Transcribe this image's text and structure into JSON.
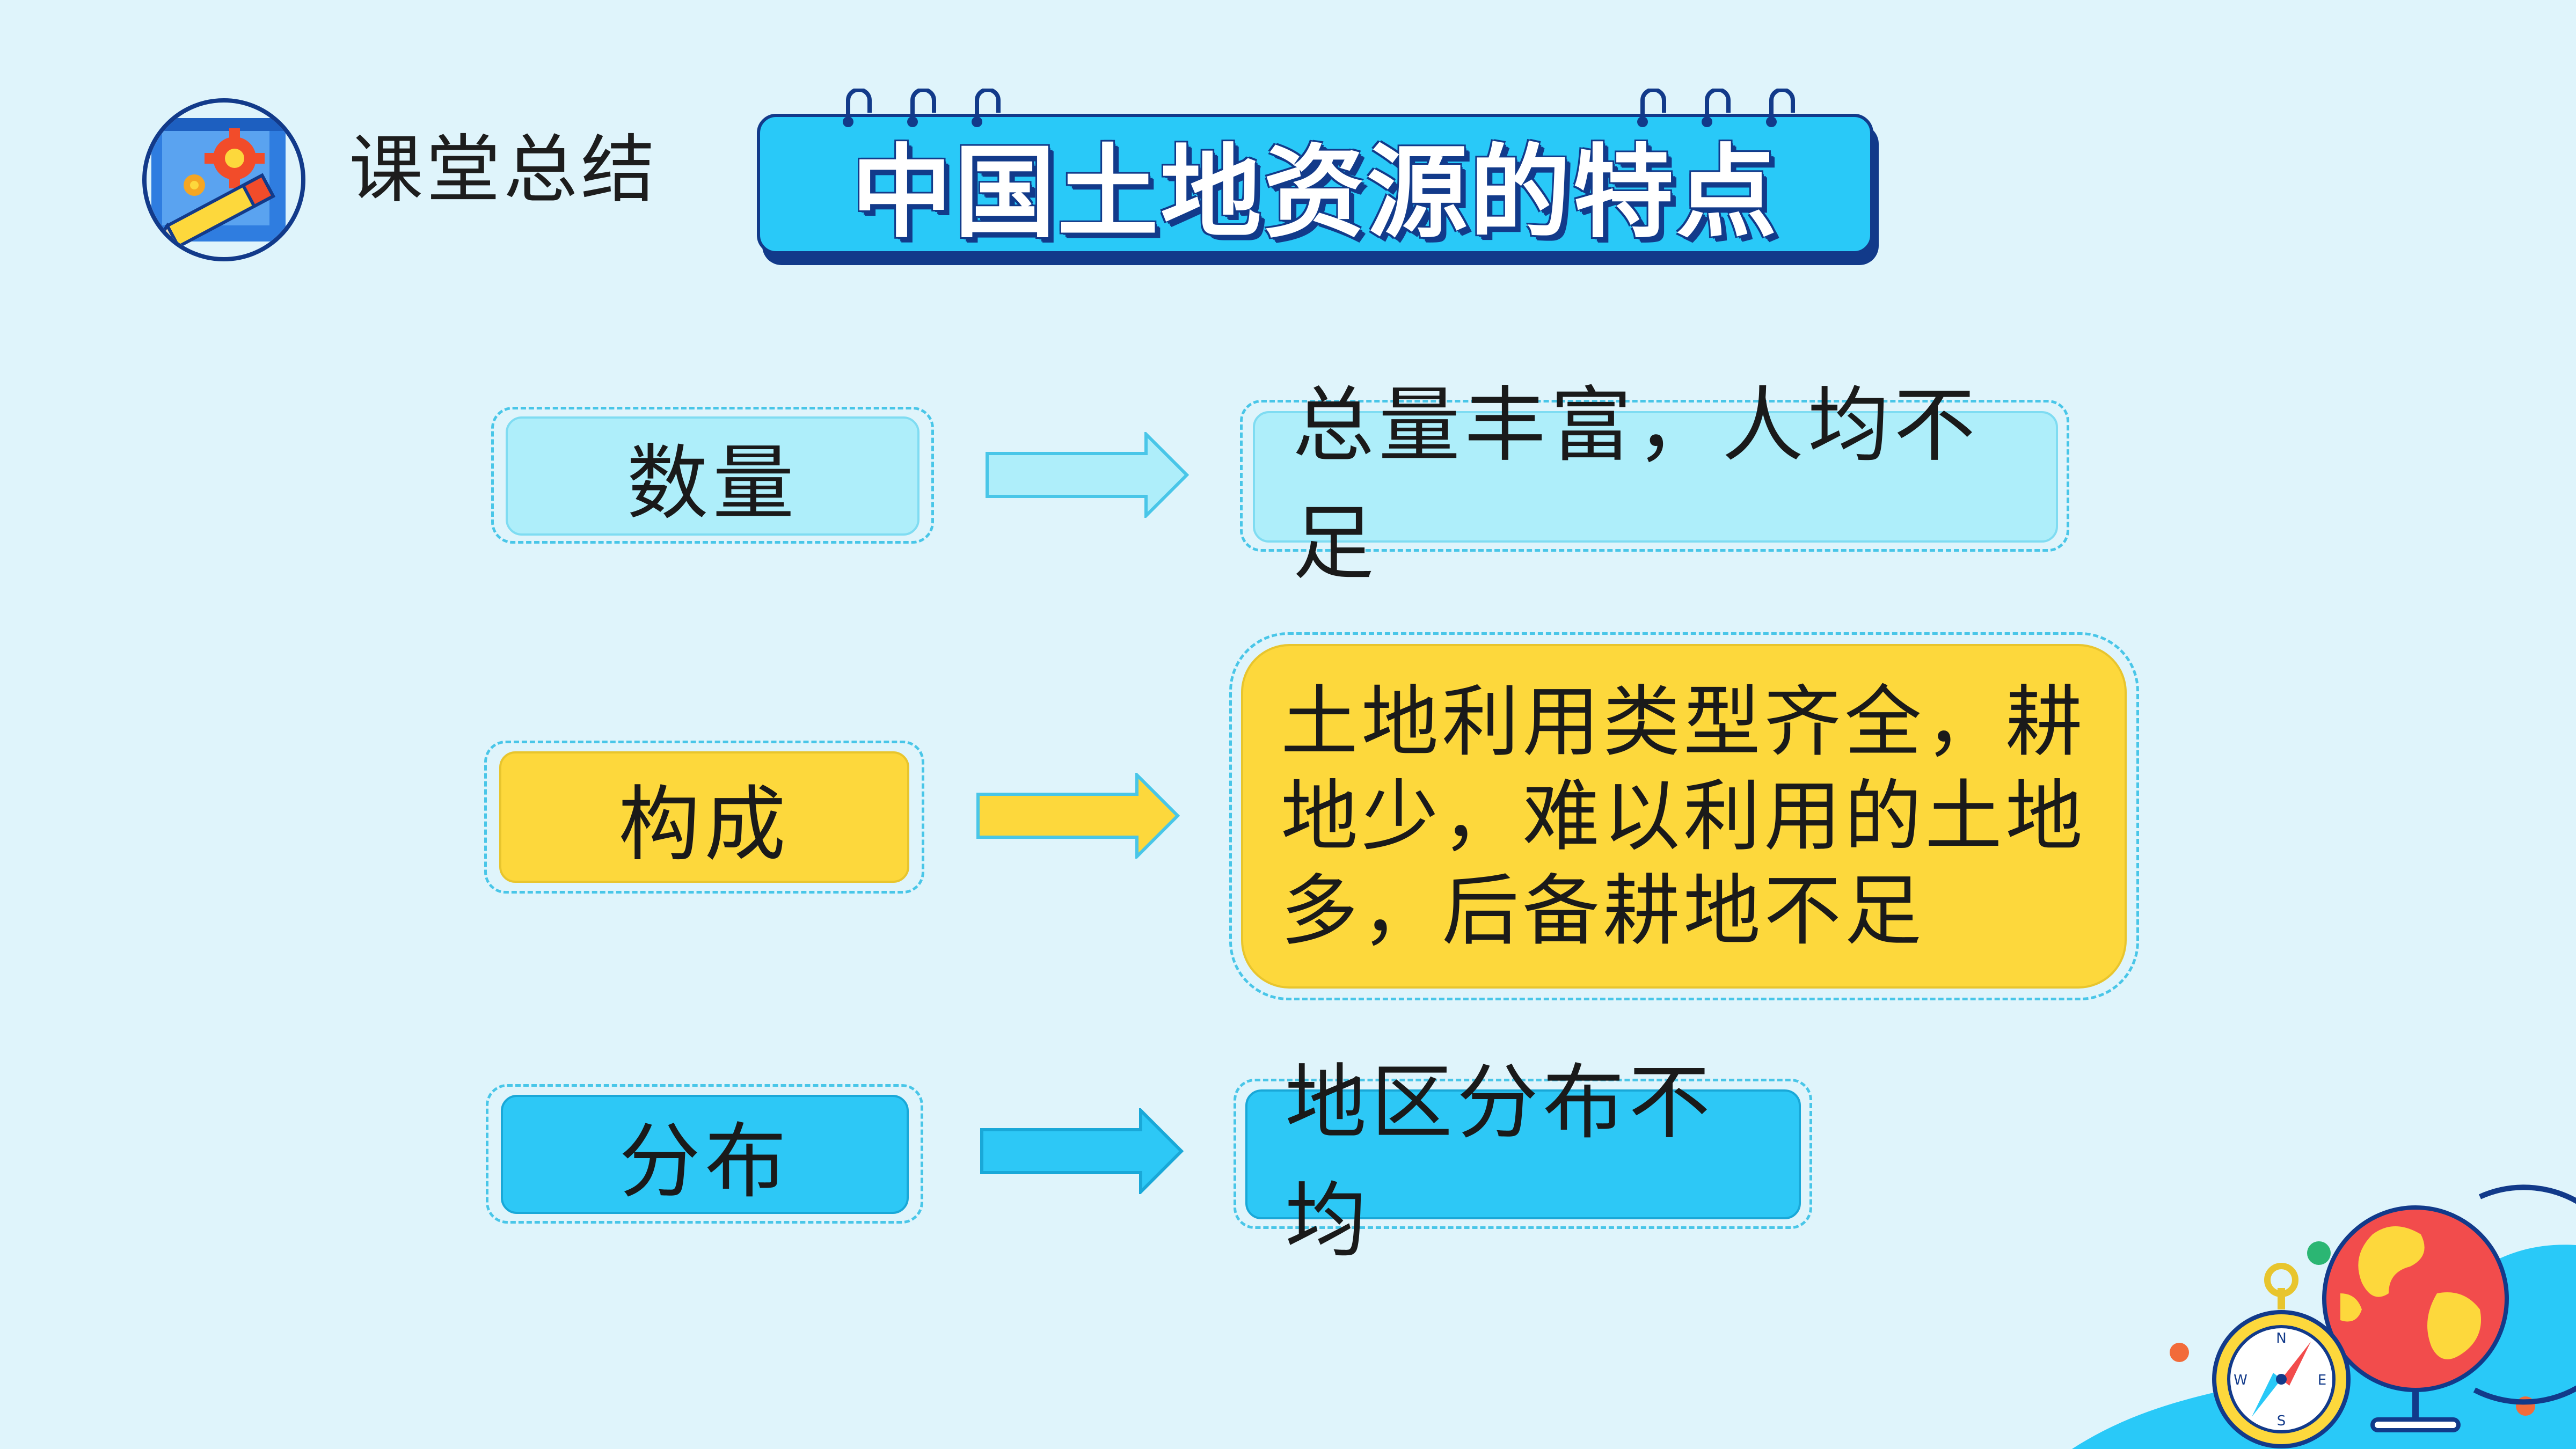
{
  "header": {
    "section_label": "课堂总结",
    "title": "中国土地资源的特点"
  },
  "rows": [
    {
      "category": "数量",
      "description": "总量丰富，人均不足"
    },
    {
      "category": "构成",
      "description": "土地利用类型齐全，耕地少，难以利用的土地多，后备耕地不足"
    },
    {
      "category": "分布",
      "description": "地区分布不均"
    }
  ],
  "compass_letters": [
    "N",
    "E",
    "S",
    "W"
  ],
  "colors": {
    "background": "#dff4fb",
    "title_banner": "#29c9f8",
    "banner_outline": "#123a8a",
    "light_box": "#aeeefa",
    "yellow_box": "#fdd83c",
    "blue_box": "#2dc8f6"
  },
  "icons": [
    "settings-gear-icon",
    "pencil-icon",
    "ruler-icon",
    "arrow-right-icon",
    "globe-icon",
    "compass-icon"
  ]
}
